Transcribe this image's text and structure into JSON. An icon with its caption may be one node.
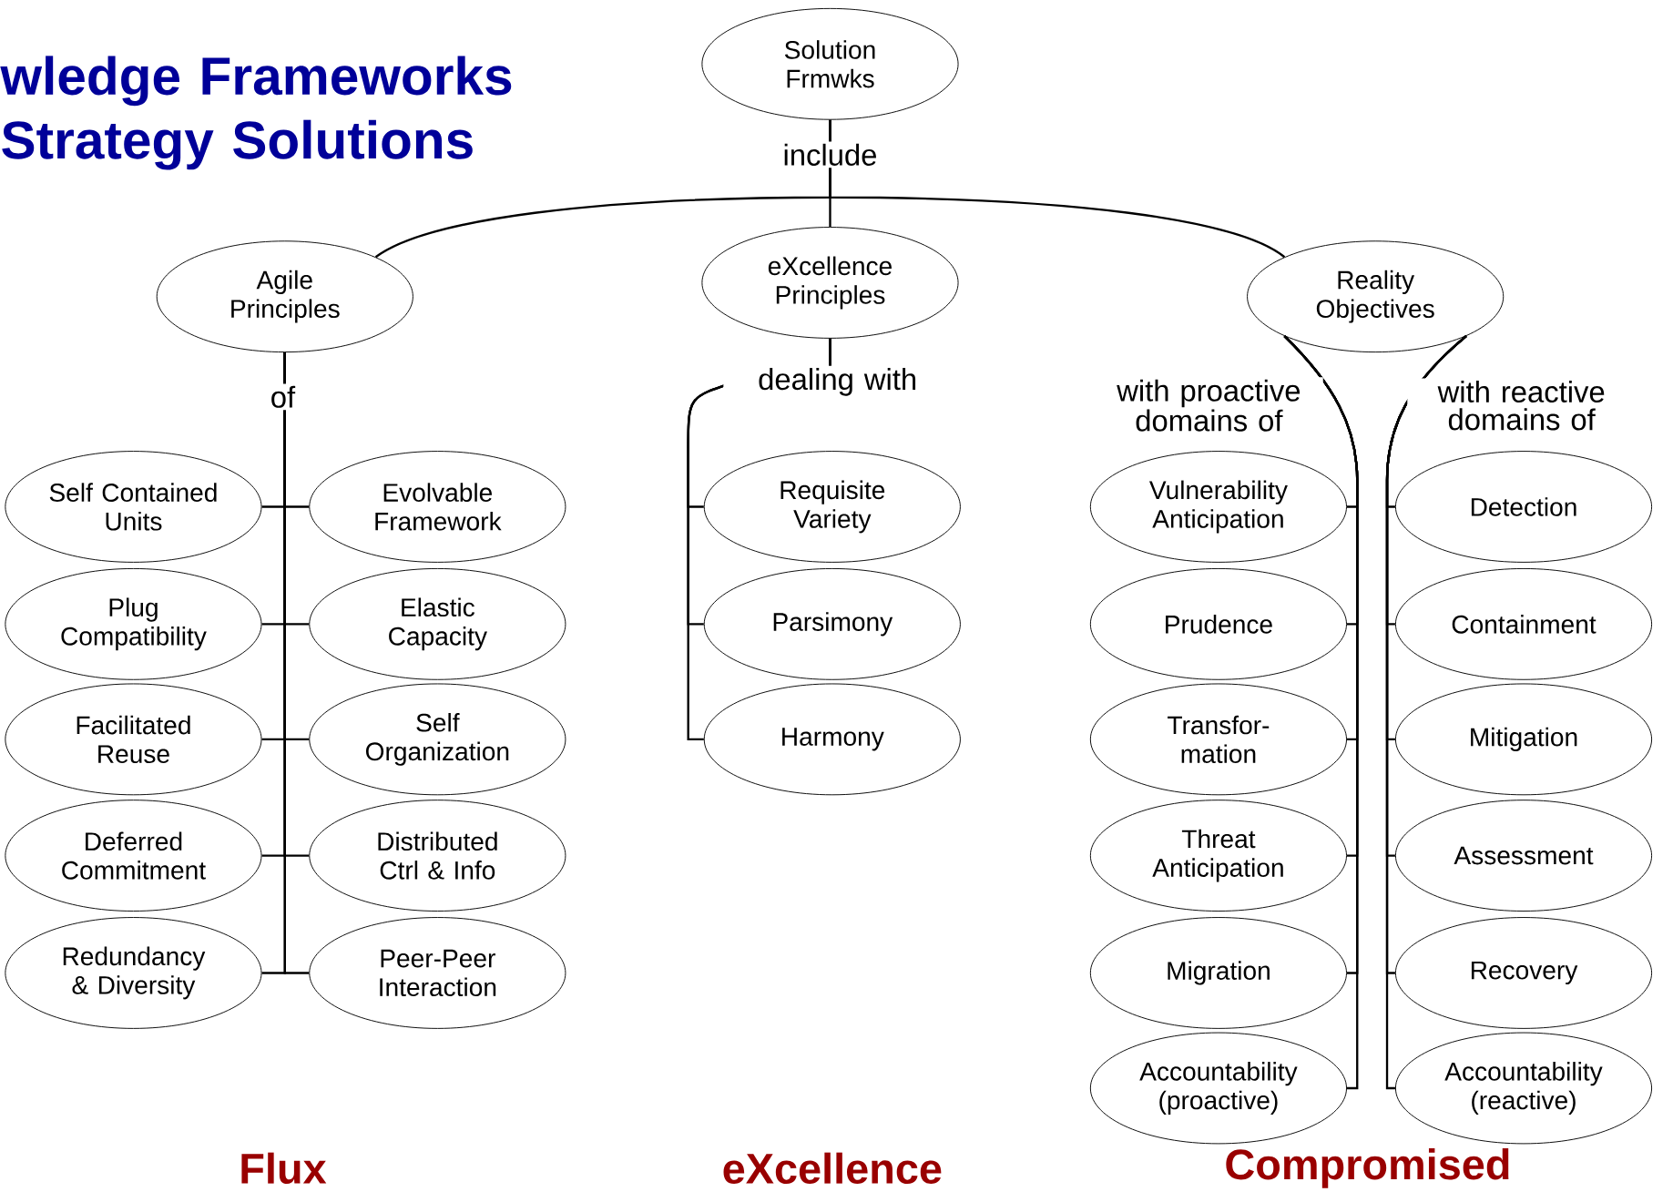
{
  "diagram": {
    "title": "wledge Frameworks Strategy Solutions",
    "nodes": [
      {
        "text": [
          "Solution Frmwks"
        ]
      },
      {
        "text": [
          "Agile Principles"
        ]
      },
      {
        "text": [
          "eXcellence Principles"
        ]
      },
      {
        "text": [
          "Reality Objectives"
        ]
      },
      {
        "text": [
          "Self Contained Units"
        ]
      },
      {
        "text": [
          "Evolvable Framework"
        ]
      },
      {
        "text": [
          "Plug Compatibility"
        ]
      },
      {
        "text": [
          "Elastic Capacity"
        ]
      },
      {
        "text": [
          "Facilitated Reuse"
        ]
      },
      {
        "text": [
          "Self Organization"
        ]
      },
      {
        "text": [
          "Deferred Commitment"
        ]
      },
      {
        "text": [
          "Distributed Ctrl & Info"
        ]
      },
      {
        "text": [
          "Redundancy & Diversity"
        ]
      },
      {
        "text": [
          "Peer-Peer Interaction"
        ]
      },
      {
        "text": [
          "Requisite Variety"
        ]
      },
      {
        "text": [
          "Parsimony"
        ]
      },
      {
        "text": [
          "Harmony"
        ]
      },
      {
        "text": [
          "Vulnerability Anticipation"
        ]
      },
      {
        "text": [
          "Detection"
        ]
      },
      {
        "text": [
          "Prudence"
        ]
      },
      {
        "text": [
          "Containment"
        ]
      },
      {
        "text": [
          "Transfor- mation"
        ]
      },
      {
        "text": [
          "Mitigation"
        ]
      },
      {
        "text": [
          "Threat Anticipation"
        ]
      },
      {
        "text": [
          "Assessment"
        ]
      },
      {
        "text": [
          "Migration"
        ]
      },
      {
        "text": [
          "Recovery"
        ]
      },
      {
        "text": [
          "Accountability (proactive)"
        ]
      },
      {
        "text": [
          "Accountability (reactive)"
        ]
      }
    ],
    "edges": [
      {
        "from": 0,
        "to": 1,
        "arrow": "none"
      },
      {
        "from": 0,
        "to": 2,
        "arrow": "none",
        "label": "include"
      },
      {
        "from": 0,
        "to": 3,
        "arrow": "none"
      },
      {
        "from": 1,
        "to": 4,
        "arrow": "none",
        "label": "of"
      },
      {
        "from": 1,
        "to": 5,
        "arrow": "none"
      },
      {
        "from": 1,
        "to": 6,
        "arrow": "none"
      },
      {
        "from": 1,
        "to": 7,
        "arrow": "none"
      },
      {
        "from": 1,
        "to": 8,
        "arrow": "none"
      },
      {
        "from": 1,
        "to": 9,
        "arrow": "none"
      },
      {
        "from": 1,
        "to": 10,
        "arrow": "none"
      },
      {
        "from": 1,
        "to": 11,
        "arrow": "none"
      },
      {
        "from": 1,
        "to": 12,
        "arrow": "none"
      },
      {
        "from": 1,
        "to": 13,
        "arrow": "none"
      },
      {
        "from": 2,
        "to": 14,
        "arrow": "none",
        "label": "dealing with"
      },
      {
        "from": 2,
        "to": 15,
        "arrow": "none"
      },
      {
        "from": 2,
        "to": 16,
        "arrow": "none"
      },
      {
        "from": 3,
        "to": 17,
        "arrow": "none",
        "label": "with proactive domains of"
      },
      {
        "from": 3,
        "to": 19,
        "arrow": "none"
      },
      {
        "from": 3,
        "to": 21,
        "arrow": "none"
      },
      {
        "from": 3,
        "to": 23,
        "arrow": "none"
      },
      {
        "from": 3,
        "to": 25,
        "arrow": "none"
      },
      {
        "from": 3,
        "to": 27,
        "arrow": "none"
      },
      {
        "from": 3,
        "to": 18,
        "arrow": "none",
        "label": "with reactive domains of"
      },
      {
        "from": 3,
        "to": 20,
        "arrow": "none"
      },
      {
        "from": 3,
        "to": 22,
        "arrow": "none"
      },
      {
        "from": 3,
        "to": 24,
        "arrow": "none"
      },
      {
        "from": 3,
        "to": 26,
        "arrow": "none"
      },
      {
        "from": 3,
        "to": 28,
        "arrow": "none"
      }
    ],
    "labels": [
      "Flux",
      "eXcellence",
      "Compromised"
    ]
  }
}
